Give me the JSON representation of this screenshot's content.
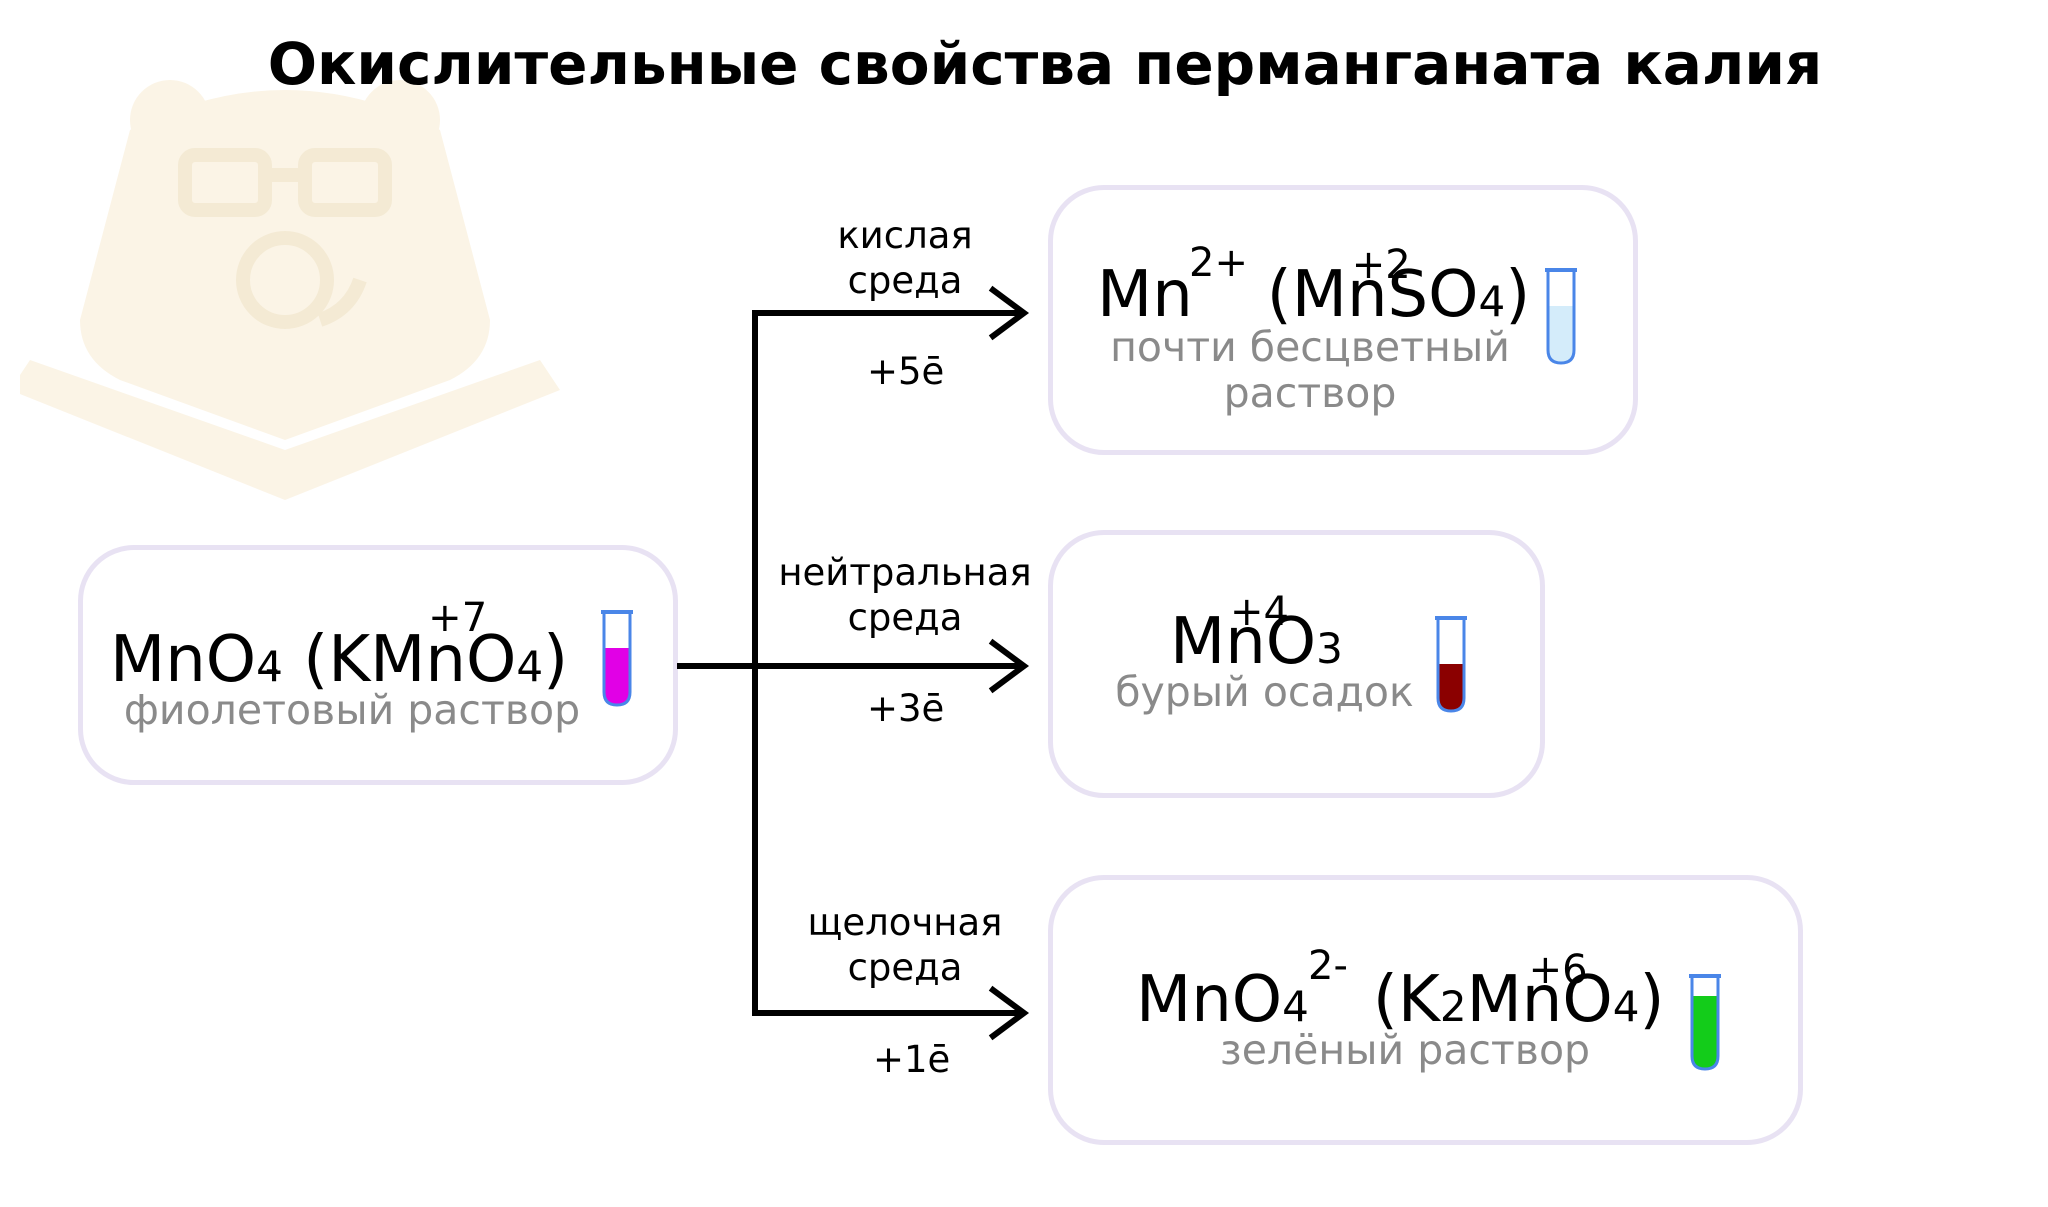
{
  "title": "Окислительные свойства перманганата калия",
  "source": {
    "formula_main": "MnO",
    "formula_sub": "4",
    "formula_charge": "-",
    "formula_salt_open": "(K",
    "formula_salt_mn": "Mn",
    "formula_ox": "+7",
    "formula_salt_rest": "O",
    "formula_salt_sub": "4",
    "formula_close": ")",
    "description": "фиолетовый раствор",
    "tube_color": "#e100e6"
  },
  "branches": [
    {
      "medium_line1": "кислая",
      "medium_line2": "среда",
      "electrons": "+5ē",
      "product_ion": "Mn",
      "product_charge": "2+",
      "salt_open": "(",
      "salt_mn": "Mn",
      "salt_ox": "+2",
      "salt_rest": "SO",
      "salt_sub": "4",
      "salt_close": ")",
      "description_line1": "почти бесцветный",
      "description_line2": "раствор",
      "tube_color": "#d4ecfa"
    },
    {
      "medium_line1": "нейтральная",
      "medium_line2": "среда",
      "electrons": "+3ē",
      "product_mn": "Mn",
      "product_ox": "+4",
      "product_rest": "O",
      "product_sub": "3",
      "description_line1": "бурый осадок",
      "tube_color": "#8b0000"
    },
    {
      "medium_line1": "щелочная",
      "medium_line2": "среда",
      "electrons": "+1ē",
      "product_ion": "MnO",
      "product_sub": "4",
      "product_charge": "2-",
      "salt_open": "(K",
      "salt_k_sub": "2",
      "salt_mn": "Mn",
      "salt_ox": "+6",
      "salt_rest": "O",
      "salt_sub": "4",
      "salt_close": ")",
      "description_line1": "зелёный раствор",
      "tube_color": "#13cc1a"
    }
  ],
  "colors": {
    "box_border": "#e8e2f3",
    "arrow": "#000000",
    "description_text": "#8a8a8a",
    "tube_outline": "#4a86e8",
    "watermark": "#fbf4e6"
  },
  "icons": {
    "watermark": "bear-with-glasses-on-book",
    "tube": "test-tube-icon"
  }
}
